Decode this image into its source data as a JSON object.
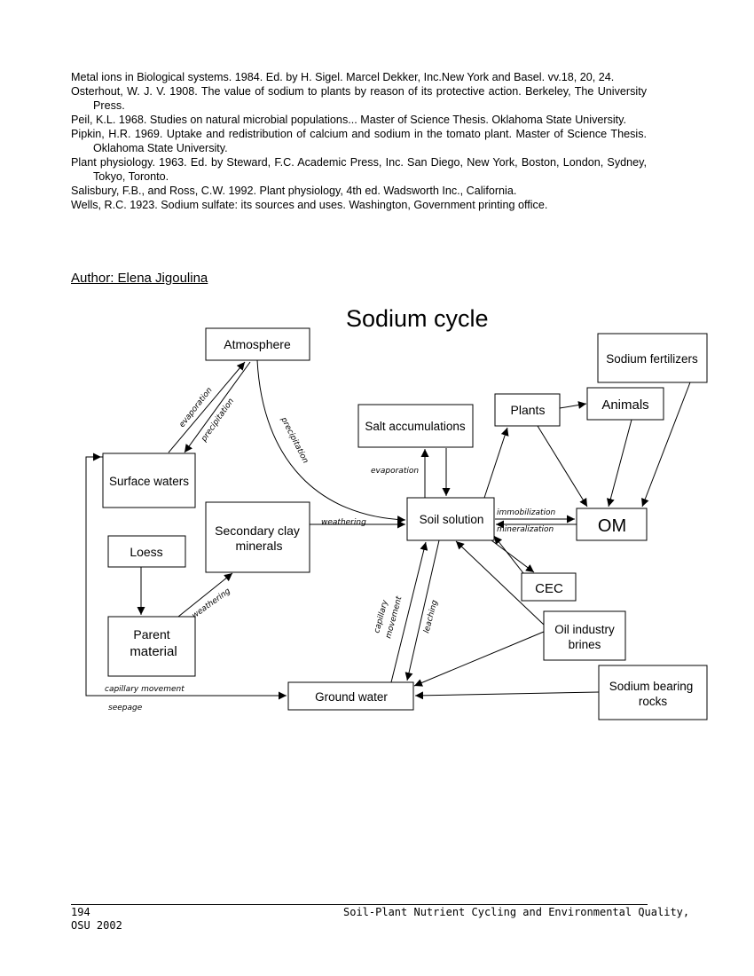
{
  "references": [
    "Metal ions in Biological systems. 1984. Ed. by H. Sigel. Marcel Dekker, Inc.New York and Basel. vv.18, 20, 24.",
    "Osterhout, W. J. V. 1908. The value of sodium to plants by reason of its protective action. Berkeley, The University Press.",
    "Peil, K.L. 1968. Studies on natural microbial populations... Master of Science Thesis. Oklahoma State University.",
    "Pipkin, H.R. 1969. Uptake and redistribution of calcium and sodium in the tomato plant. Master of Science Thesis. Oklahoma State University.",
    "Plant physiology. 1963. Ed. by Steward, F.C. Academic Press, Inc. San Diego, New York, Boston, London, Sydney, Tokyo, Toronto.",
    "Salisbury, F.B., and Ross, C.W. 1992. Plant physiology, 4th ed. Wadsworth Inc., California.",
    "Wells, R.C. 1923. Sodium sulfate: its sources and uses. Washington, Government printing office."
  ],
  "author": "Author: Elena Jigoulina",
  "diagram": {
    "title": "Sodium cycle",
    "nodes": {
      "atmosphere": "Atmosphere",
      "sodium_fertilizers": "Sodium fertilizers",
      "animals": "Animals",
      "plants": "Plants",
      "salt_accumulations": "Salt accumulations",
      "surface_waters": "Surface waters",
      "secondary_clay_1": "Secondary clay",
      "secondary_clay_2": "minerals",
      "soil_solution": "Soil solution",
      "om": "OM",
      "loess": "Loess",
      "cec": "CEC",
      "parent_material_1": "Parent",
      "parent_material_2": "material",
      "oil_brines_1": "Oil industry",
      "oil_brines_2": "brines",
      "ground_water": "Ground water",
      "sodium_rocks_1": "Sodium bearing",
      "sodium_rocks_2": "rocks"
    },
    "edges": {
      "evaporation_sw": "evaporation",
      "precipitation_sw": "precipitation",
      "precipitation_soil": "precipitation",
      "evaporation_salt": "evaporation",
      "weathering_clay": "weathering",
      "weathering_parent": "weathering",
      "immobilization": "immobilization",
      "mineralization": "mineralization",
      "capillary_1": "capillary",
      "capillary_2": "movement",
      "leaching": "leaching",
      "capillary_movement": "capillary movement",
      "seepage": "seepage"
    }
  },
  "footer": {
    "page_number": "194",
    "publication": "Soil-Plant Nutrient Cycling and Environmental Quality,",
    "org_year": "OSU 2002"
  }
}
